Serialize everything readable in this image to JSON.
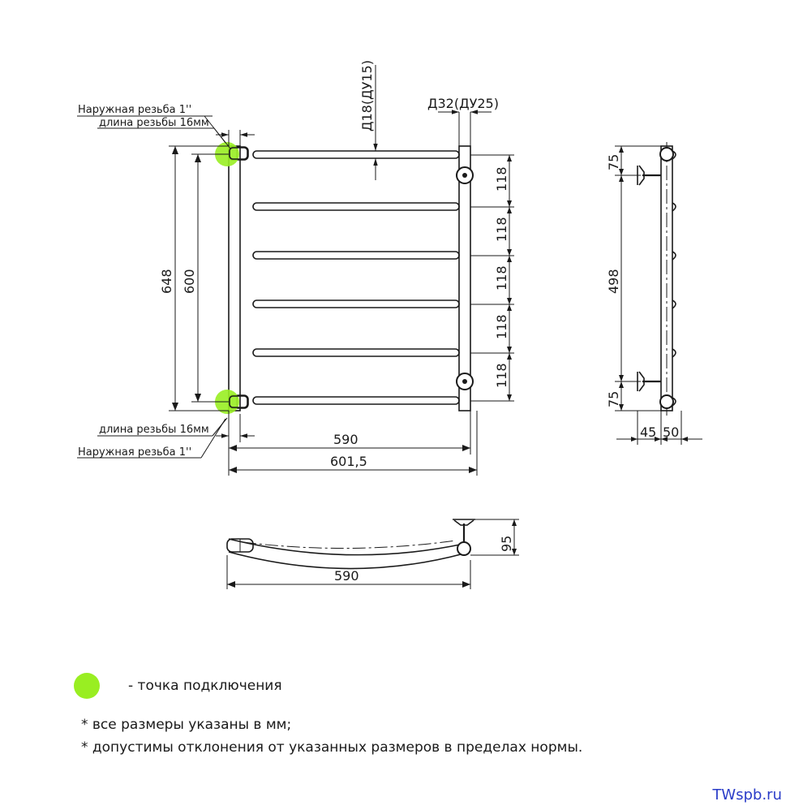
{
  "front_view": {
    "callout_top_thread": "Наружная резьба 1''",
    "callout_top_length": "длина резьбы 16мм",
    "callout_bottom_length": "длина резьбы 16мм",
    "callout_bottom_thread": "Наружная резьба 1''",
    "dim_pipe_small": "Д18(ДУ15)",
    "dim_pipe_large": "Д32(ДУ25)",
    "dim_height_total": "648",
    "dim_height_axis": "600",
    "dim_step_1": "118",
    "dim_step_2": "118",
    "dim_step_3": "118",
    "dim_step_4": "118",
    "dim_step_5": "118",
    "dim_width_axis": "590",
    "dim_width_total": "601,5"
  },
  "side_view": {
    "dim_top": "75",
    "dim_middle": "498",
    "dim_bottom": "75",
    "dim_depth_a": "45",
    "dim_depth_b": "50"
  },
  "top_view": {
    "dim_width": "590",
    "dim_depth": "95"
  },
  "legend": {
    "marker_color": "#99ee22",
    "connection_point": "- точка подключения",
    "note_units": "* все размеры указаны в мм;",
    "note_tolerance": "* допустимы отклонения от указанных размеров в пределах нормы."
  },
  "watermark": "TWspb.ru"
}
